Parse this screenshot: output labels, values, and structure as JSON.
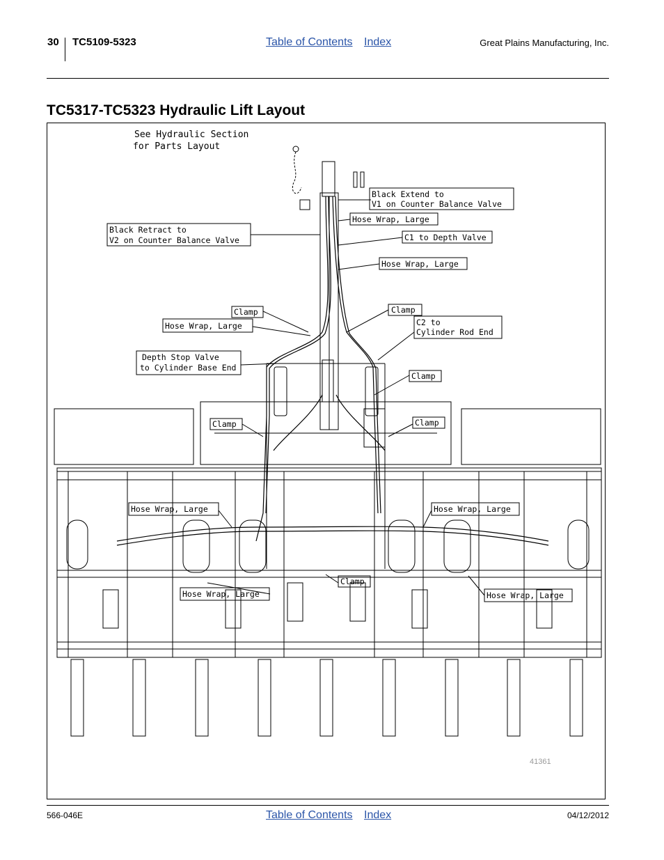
{
  "header": {
    "page_number": "30",
    "doc_id": "TC5109-5323",
    "toc_link": "Table of Contents",
    "index_link": "Index",
    "company": "Great Plains Manufacturing, Inc."
  },
  "title": "TC5317-TC5323 Hydraulic Lift Layout",
  "figure": {
    "note_line1": "See Hydraulic Section",
    "note_line2": "for Parts Layout",
    "callouts": {
      "black_extend_1": "Black Extend to",
      "black_extend_2": "V1 on Counter Balance Valve",
      "hose_wrap_1": "Hose Wrap, Large",
      "black_retract_1": "Black Retract to",
      "black_retract_2": "V2 on Counter Balance Valve",
      "c1_depth": "C1 to Depth Valve",
      "hose_wrap_2": "Hose Wrap, Large",
      "clamp_1": "Clamp",
      "clamp_2": "Clamp",
      "hose_wrap_3": "Hose Wrap, Large",
      "c2_1": "C2 to",
      "c2_2": "Cylinder Rod End",
      "depth_stop_1": "Depth Stop Valve",
      "depth_stop_2": "to Cylinder Base End",
      "clamp_3": "Clamp",
      "clamp_4": "Clamp",
      "clamp_5": "Clamp",
      "hose_wrap_4": "Hose Wrap, Large",
      "hose_wrap_5": "Hose Wrap, Large",
      "hose_wrap_6": "Hose Wrap, Large",
      "clamp_6": "Clamp",
      "hose_wrap_7": "Hose Wrap, Large"
    },
    "figure_number": "41361"
  },
  "footer": {
    "part_number": "566-046E",
    "toc_link": "Table of Contents",
    "index_link": "Index",
    "date": "04/12/2012"
  }
}
